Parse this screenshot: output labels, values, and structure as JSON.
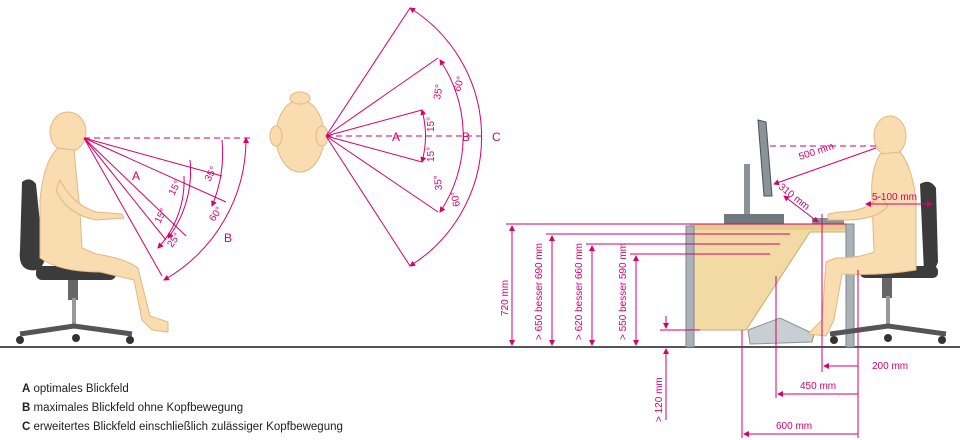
{
  "legend": [
    {
      "key": "A",
      "text": "optimales Blickfeld"
    },
    {
      "key": "B",
      "text": "maximales Blickfeld ohne Kopfbewegung"
    },
    {
      "key": "C",
      "text": "erweitertes Blickfeld einschließlich zulässiger Kopfbewegung"
    }
  ],
  "side_view": {
    "zone_a": "A",
    "zone_b": "B",
    "angles": [
      "15°",
      "35°",
      "15°",
      "25°",
      "60°"
    ]
  },
  "top_view": {
    "zone_a": "A",
    "zone_b": "B",
    "zone_c": "C",
    "angles_up": [
      "15°",
      "35°",
      "60°"
    ],
    "angles_down": [
      "15°",
      "35°",
      "60°"
    ]
  },
  "workstation": {
    "screen_distance": "500 mm",
    "keyboard_distance": "310 mm",
    "leg_clearance": "5-100 mm",
    "desk_height": "720 mm",
    "height_650": "> 650 besser 690 mm",
    "height_620": "> 620 besser 660 mm",
    "height_550": "> 550 besser 590 mm",
    "floor_gap": "> 120 mm",
    "depth_200": "200 mm",
    "depth_450": "450 mm",
    "depth_600": "600 mm"
  },
  "colors": {
    "accent": "#d6006f",
    "skin": "#f9dcb0",
    "desk": "#f3d9a4",
    "metal": "#a9b2b8"
  }
}
